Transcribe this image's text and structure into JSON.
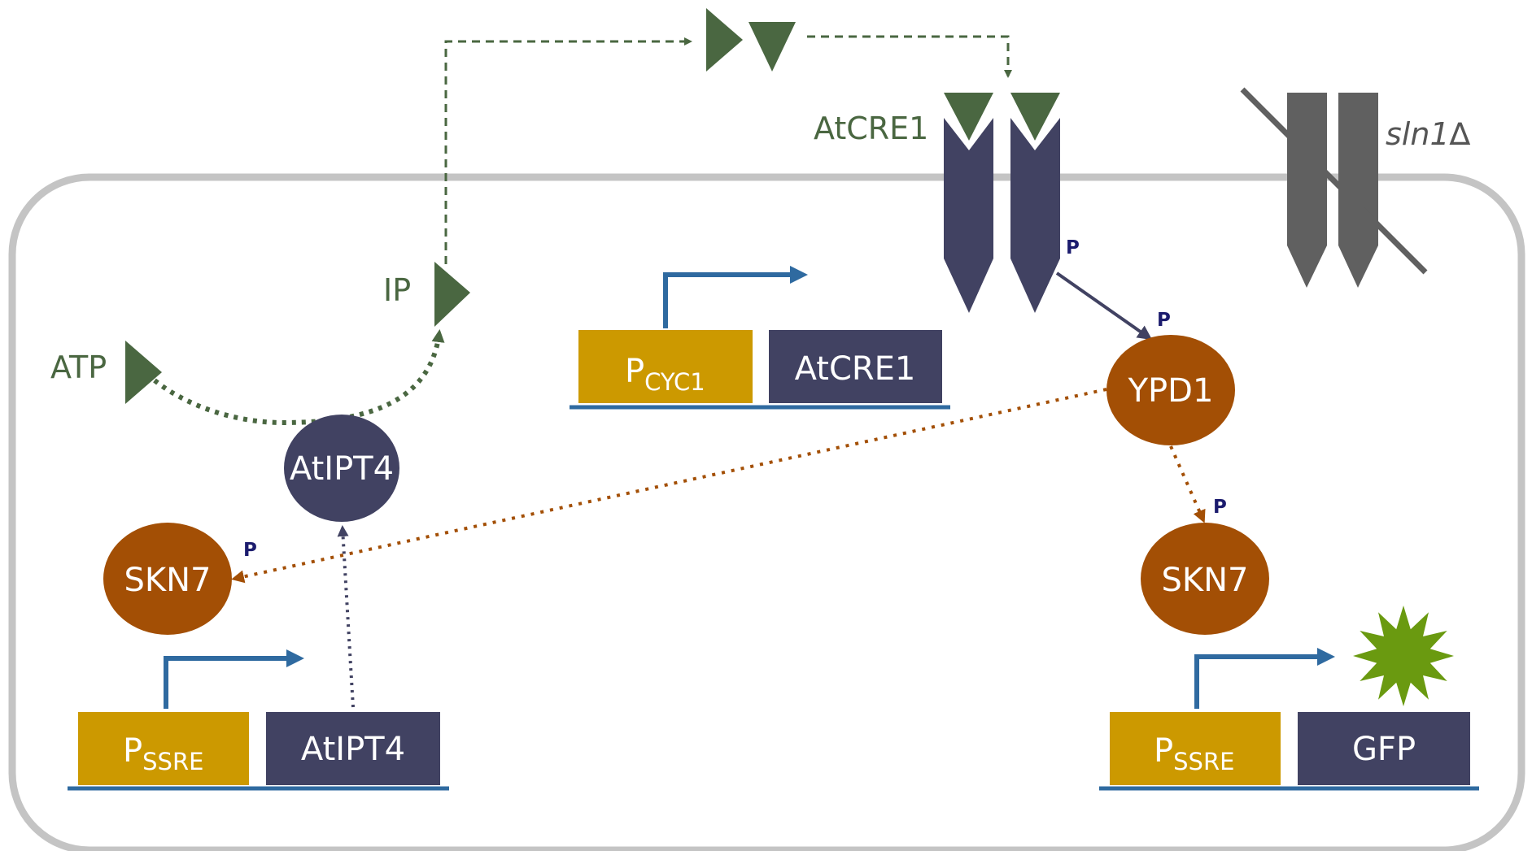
{
  "labels": {
    "atp": "ATP",
    "ip": "IP",
    "atcre1_receptor": "AtCRE1",
    "sln1": "sln1∆",
    "atipt4_protein": "AtIPT4",
    "ypd1": "YPD1",
    "skn7_left": "SKN7",
    "skn7_right": "SKN7",
    "p_receptor": "P",
    "p_ypd1": "P",
    "p_skn7_right": "P",
    "p_skn7_left": "P"
  },
  "constructs": {
    "center": {
      "promoter_main": "P",
      "promoter_sub": "CYC1",
      "gene": "AtCRE1"
    },
    "left": {
      "promoter_main": "P",
      "promoter_sub": "SSRE",
      "gene": "AtIPT4"
    },
    "right": {
      "promoter_main": "P",
      "promoter_sub": "SSRE",
      "gene": "GFP"
    }
  },
  "colors": {
    "cytokinin_green": "#4a6741",
    "receptor_navy": "#414262",
    "protein_brown": "#a34f05",
    "promoter_gold": "#cc9900",
    "arrow_blue": "#2f6aa0",
    "membrane_grey": "#c4c4c4",
    "inactive_grey": "#606060",
    "gfp_green": "#6a9a10"
  }
}
